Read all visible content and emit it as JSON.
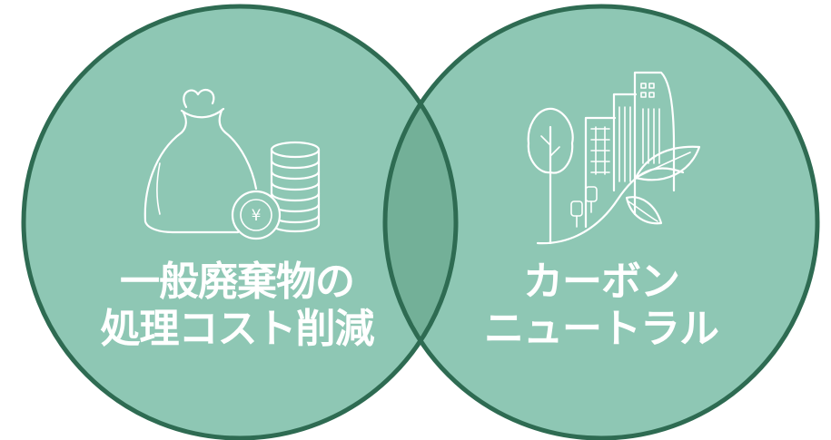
{
  "diagram": {
    "colors": {
      "fill": "#8ec7b4",
      "stroke": "#2e6b52",
      "overlap": "#6fab93",
      "text": "#ffffff"
    },
    "left_circle": {
      "label_line1": "一般廃棄物の",
      "label_line2": "処理コスト削減",
      "icon": "money-bag-coins-icon",
      "coin_symbol": "¥"
    },
    "right_circle": {
      "label_line1": "カーボン",
      "label_line2": "ニュートラル",
      "icon": "city-tree-leaf-icon"
    }
  }
}
